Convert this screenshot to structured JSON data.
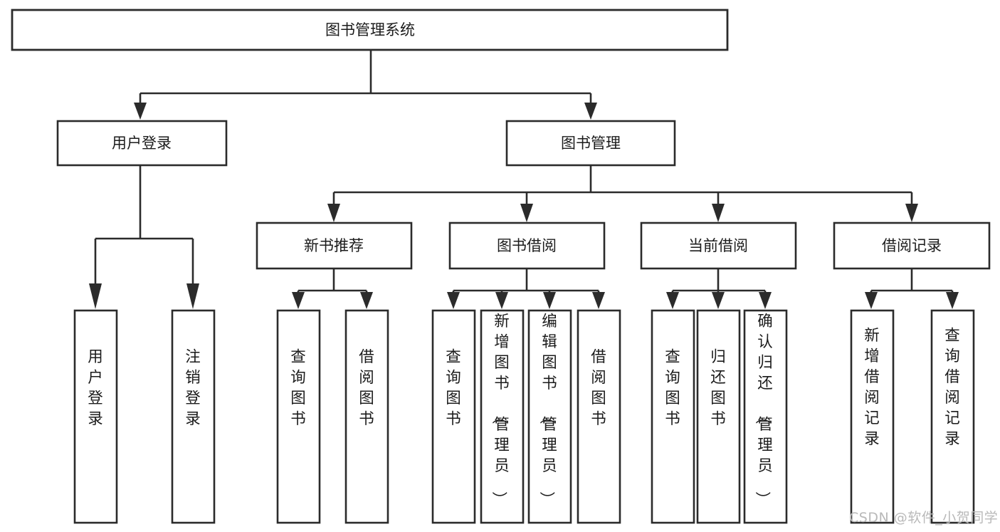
{
  "diagram": {
    "type": "tree",
    "title": "图书管理系统",
    "orientation": "top-down",
    "colors": {
      "box_stroke": "#2b2b2b",
      "box_fill": "#ffffff",
      "text": "#1b1b1b",
      "connector": "#2b2b2b",
      "background": "#ffffff",
      "watermark": "#b9b9b9"
    },
    "root": {
      "id": "root",
      "label": "图书管理系统",
      "text_orientation": "horizontal"
    },
    "level1": [
      {
        "id": "user-login",
        "label": "用户登录",
        "text_orientation": "horizontal"
      },
      {
        "id": "book-manage",
        "label": "图书管理",
        "text_orientation": "horizontal"
      }
    ],
    "level2": [
      {
        "id": "new-book-recommend",
        "label": "新书推荐",
        "parent": "book-manage",
        "text_orientation": "horizontal"
      },
      {
        "id": "book-borrow",
        "label": "图书借阅",
        "parent": "book-manage",
        "text_orientation": "horizontal"
      },
      {
        "id": "current-borrow",
        "label": "当前借阅",
        "parent": "book-manage",
        "text_orientation": "horizontal"
      },
      {
        "id": "borrow-record",
        "label": "借阅记录",
        "parent": "book-manage",
        "text_orientation": "horizontal"
      }
    ],
    "leaves": [
      {
        "id": "leaf-user-login",
        "label": "用户登录",
        "parent": "user-login",
        "text_orientation": "vertical"
      },
      {
        "id": "leaf-logout-login",
        "label": "注销登录",
        "parent": "user-login",
        "text_orientation": "vertical"
      },
      {
        "id": "leaf-query-book-1",
        "label": "查询图书",
        "parent": "new-book-recommend",
        "text_orientation": "vertical"
      },
      {
        "id": "leaf-borrow-book-1",
        "label": "借阅图书",
        "parent": "new-book-recommend",
        "text_orientation": "vertical"
      },
      {
        "id": "leaf-query-book-2",
        "label": "查询图书",
        "parent": "book-borrow",
        "text_orientation": "vertical"
      },
      {
        "id": "leaf-add-book",
        "label": "新增图书（管理员）",
        "parent": "book-borrow",
        "text_orientation": "vertical"
      },
      {
        "id": "leaf-edit-book",
        "label": "编辑图书（管理员）",
        "parent": "book-borrow",
        "text_orientation": "vertical"
      },
      {
        "id": "leaf-borrow-book-2",
        "label": "借阅图书",
        "parent": "book-borrow",
        "text_orientation": "vertical"
      },
      {
        "id": "leaf-query-book-3",
        "label": "查询图书",
        "parent": "current-borrow",
        "text_orientation": "vertical"
      },
      {
        "id": "leaf-return-book",
        "label": "归还图书",
        "parent": "current-borrow",
        "text_orientation": "vertical"
      },
      {
        "id": "leaf-confirm-return",
        "label": "确认归还（管理员）",
        "parent": "current-borrow",
        "text_orientation": "vertical"
      },
      {
        "id": "leaf-add-record",
        "label": "新增借阅记录",
        "parent": "borrow-record",
        "text_orientation": "vertical"
      },
      {
        "id": "leaf-query-record",
        "label": "查询借阅记录",
        "parent": "borrow-record",
        "text_orientation": "vertical"
      }
    ]
  },
  "watermark": {
    "text": "CSDN @软件_小贺同学"
  }
}
